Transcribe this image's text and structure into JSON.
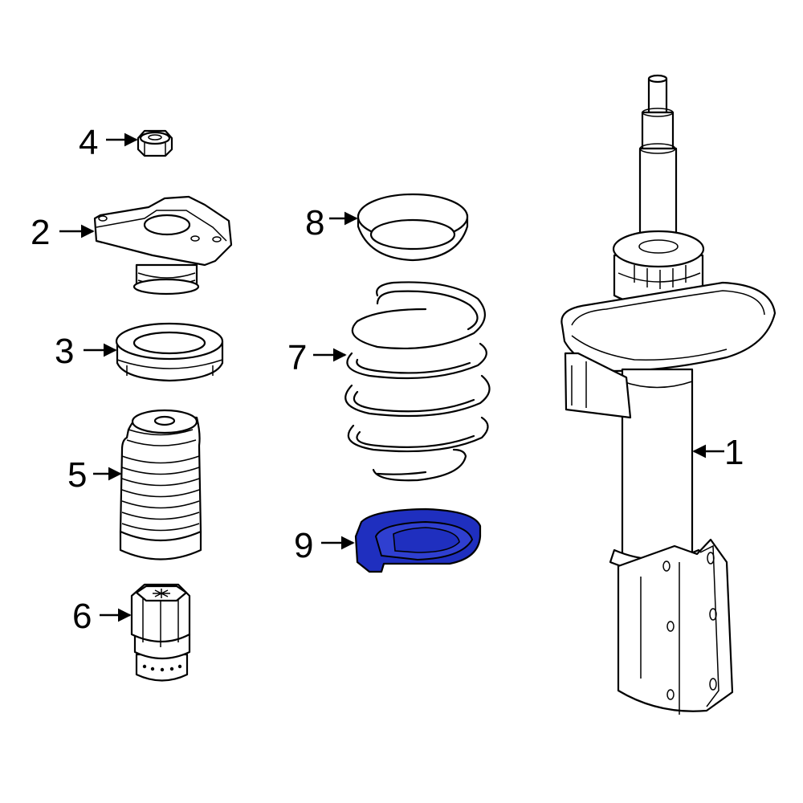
{
  "callouts": {
    "c1": "1",
    "c2": "2",
    "c3": "3",
    "c4": "4",
    "c5": "5",
    "c6": "6",
    "c7": "7",
    "c8": "8",
    "c9": "9"
  },
  "colors": {
    "highlight": "#1f2fbf",
    "line": "#000000",
    "background": "#ffffff"
  },
  "highlighted_part": "9"
}
